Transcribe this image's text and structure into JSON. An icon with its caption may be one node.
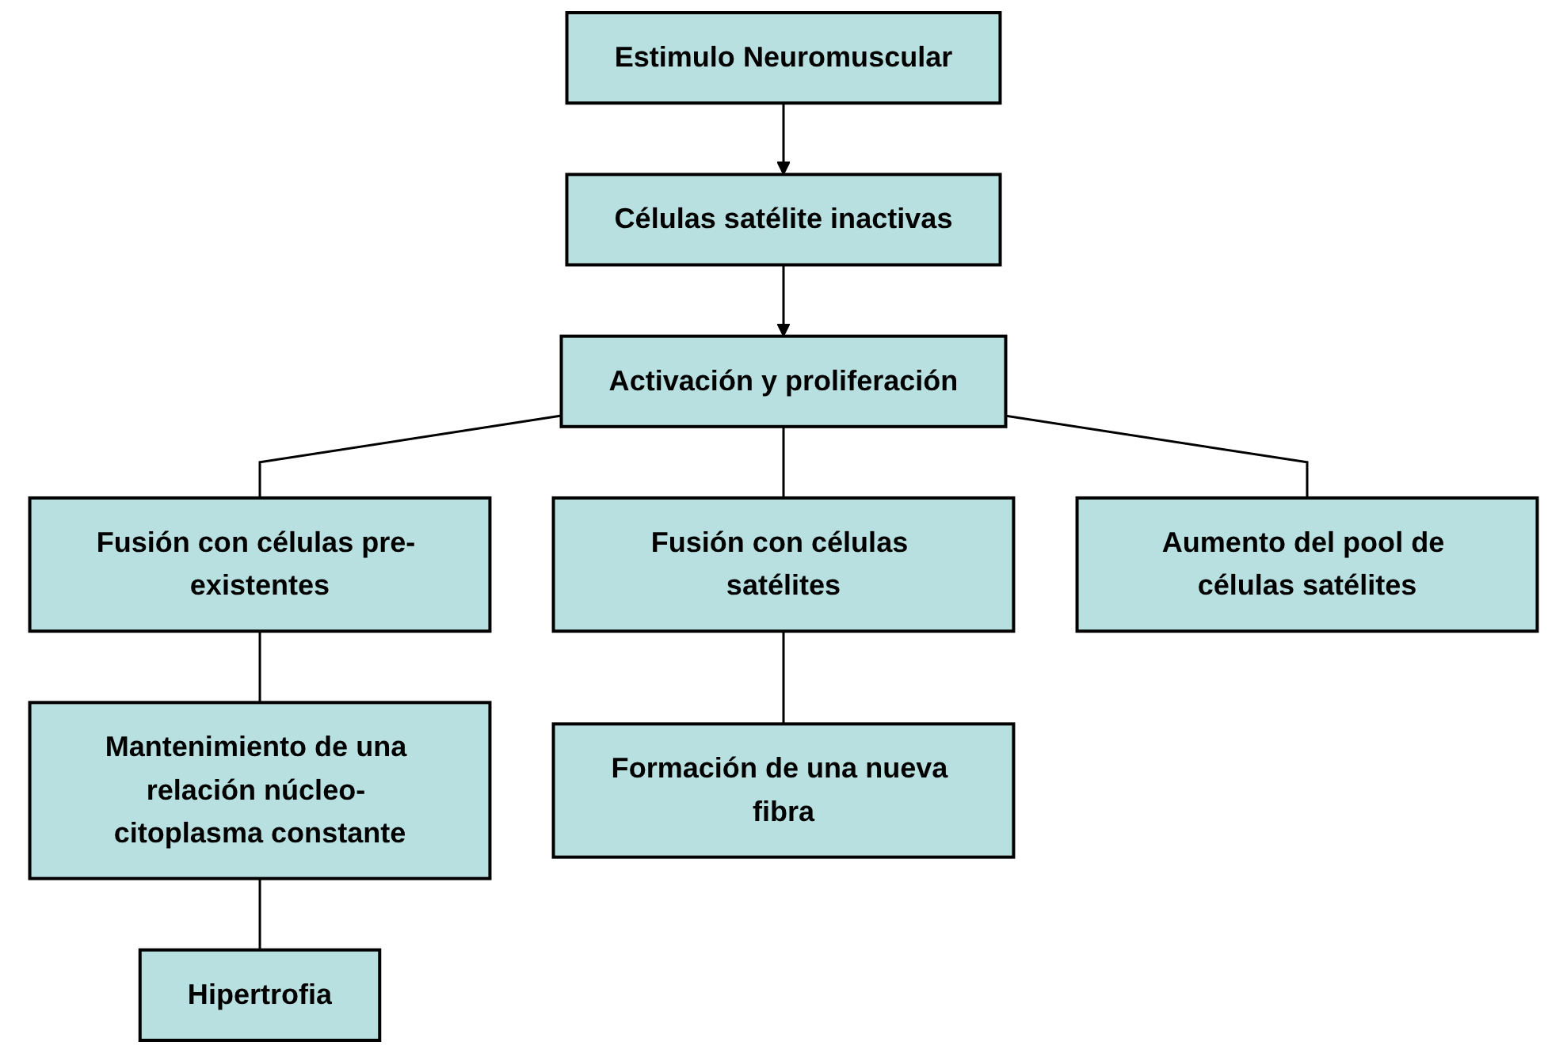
{
  "diagram": {
    "nodes": [
      {
        "text": [
          "Estimulo Neuromuscular"
        ]
      },
      {
        "text": [
          "Células satélite inactivas"
        ]
      },
      {
        "text": [
          "Fusión con células pre- existentes"
        ]
      },
      {
        "text": [
          "Activación y proliferación"
        ]
      },
      {
        "text": [
          "Fusión con células satélites"
        ]
      },
      {
        "text": [
          "Mantenimiento de una relación núcleo- citoplasma constante"
        ]
      },
      {
        "text": [
          "Hipertrofia"
        ]
      },
      {
        "text": [
          "Formación de una nueva fibra"
        ]
      },
      {
        "text": [
          "Aumento del pool de células satélites"
        ]
      }
    ],
    "edges": [
      {
        "from": 0,
        "to": 1,
        "arrow": "to"
      },
      {
        "from": 1,
        "to": 3,
        "arrow": "to"
      },
      {
        "from": 3,
        "to": 2,
        "arrow": "none"
      },
      {
        "from": 3,
        "to": 4,
        "arrow": "none"
      },
      {
        "from": 2,
        "to": 5,
        "arrow": "none"
      },
      {
        "from": 5,
        "to": 6,
        "arrow": "none"
      },
      {
        "from": 4,
        "to": 7,
        "arrow": "none"
      },
      {
        "from": 3,
        "to": 8,
        "arrow": "none"
      }
    ]
  }
}
